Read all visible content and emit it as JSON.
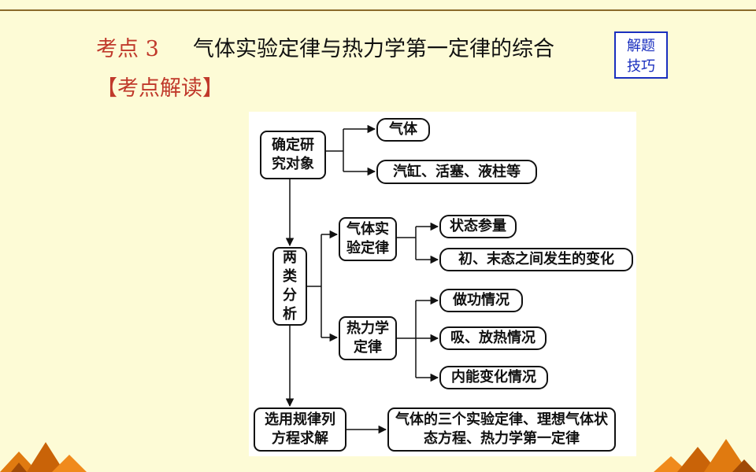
{
  "header": {
    "title_prefix": "考点",
    "title_number": "3",
    "title_text": "气体实验定律与热力学第一定律的综合",
    "subtitle": "【考点解读】"
  },
  "tips_button": {
    "line1": "解题",
    "line2": "技巧"
  },
  "diagram": {
    "nodes": {
      "research_object": "确定研究对象",
      "gas": "气体",
      "cylinder": "汽缸、活塞、液柱等",
      "two_analyses": "两类分析",
      "gas_laws": "气体实验定律",
      "state_params": "状态参量",
      "state_change": "初、末态之间发生的变化",
      "thermo_law": "热力学定律",
      "work": "做功情况",
      "heat": "吸、放热情况",
      "internal_energy": "内能变化情况",
      "choose_law": "选用规律列方程求解",
      "equations": "气体的三个实验定律、理想气体状态方程、热力学第一定律"
    }
  },
  "colors": {
    "background": "#fdfbd6",
    "title_red": "#c0392b",
    "tips_blue": "#1a2fbf",
    "deco_orange": "#e07a10"
  }
}
